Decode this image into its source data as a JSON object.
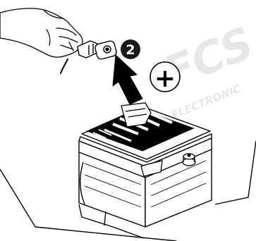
{
  "diagram": {
    "step_number": "2",
    "polarity_symbol": "+",
    "watermark": {
      "logo": "FCS",
      "tagline": "ELECTRONIC",
      "color": "#e6e6e6"
    },
    "colors": {
      "line": "#000000",
      "step_badge_fill": "#1a1a1a",
      "arrow_fill": "#000000",
      "background": "#ffffff"
    },
    "icons": [
      "hand-icon",
      "terminal-clamp-icon",
      "lift-arrow-icon",
      "battery-icon",
      "positive-terminal-icon"
    ]
  }
}
